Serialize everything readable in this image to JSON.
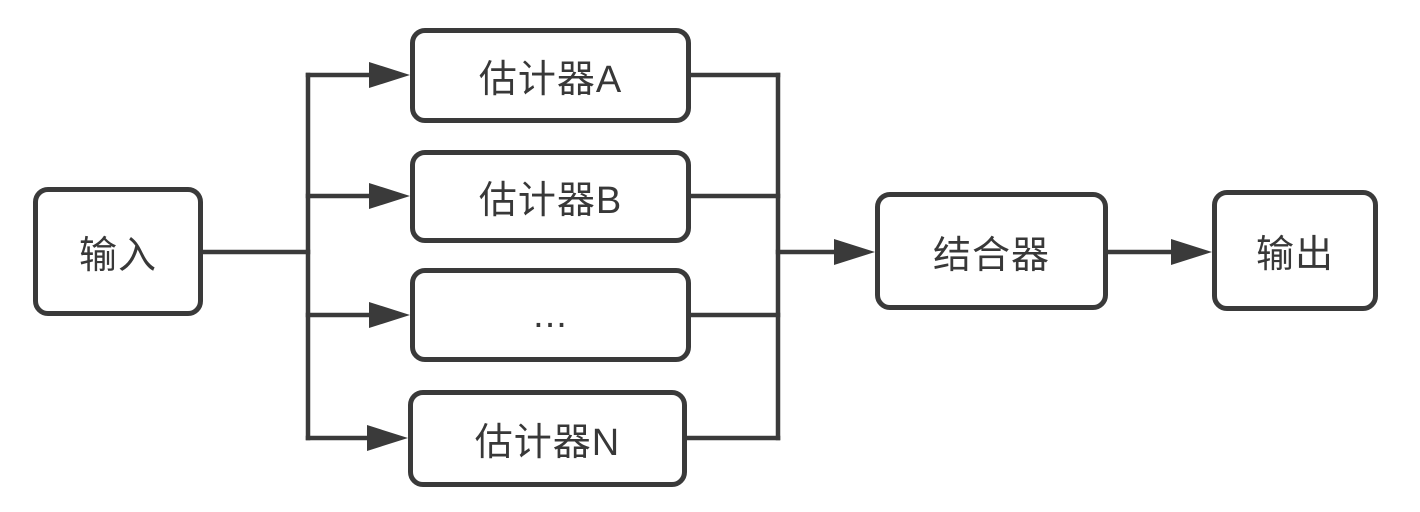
{
  "theme": {
    "stroke_color": "#3a3a3a",
    "box_fill": "#ffffff",
    "text_color": "#383838",
    "background": "#ffffff"
  },
  "diagram": {
    "type": "flowchart",
    "nodes": [
      {
        "id": "input",
        "label": "输入"
      },
      {
        "id": "estimator-a",
        "label": "估计器A"
      },
      {
        "id": "estimator-b",
        "label": "估计器B"
      },
      {
        "id": "estimator-ellipsis",
        "label": "..."
      },
      {
        "id": "estimator-n",
        "label": "估计器N"
      },
      {
        "id": "combiner",
        "label": "结合器"
      },
      {
        "id": "output",
        "label": "输出"
      }
    ],
    "edges": [
      {
        "from": "input",
        "to": "estimator-a",
        "arrow": true
      },
      {
        "from": "input",
        "to": "estimator-b",
        "arrow": true
      },
      {
        "from": "input",
        "to": "estimator-ellipsis",
        "arrow": true
      },
      {
        "from": "input",
        "to": "estimator-n",
        "arrow": true
      },
      {
        "from": "estimator-a",
        "to": "combiner",
        "arrow": true
      },
      {
        "from": "estimator-b",
        "to": "combiner",
        "arrow": true
      },
      {
        "from": "estimator-ellipsis",
        "to": "combiner",
        "arrow": true
      },
      {
        "from": "estimator-n",
        "to": "combiner",
        "arrow": true
      },
      {
        "from": "combiner",
        "to": "output",
        "arrow": true
      }
    ]
  }
}
